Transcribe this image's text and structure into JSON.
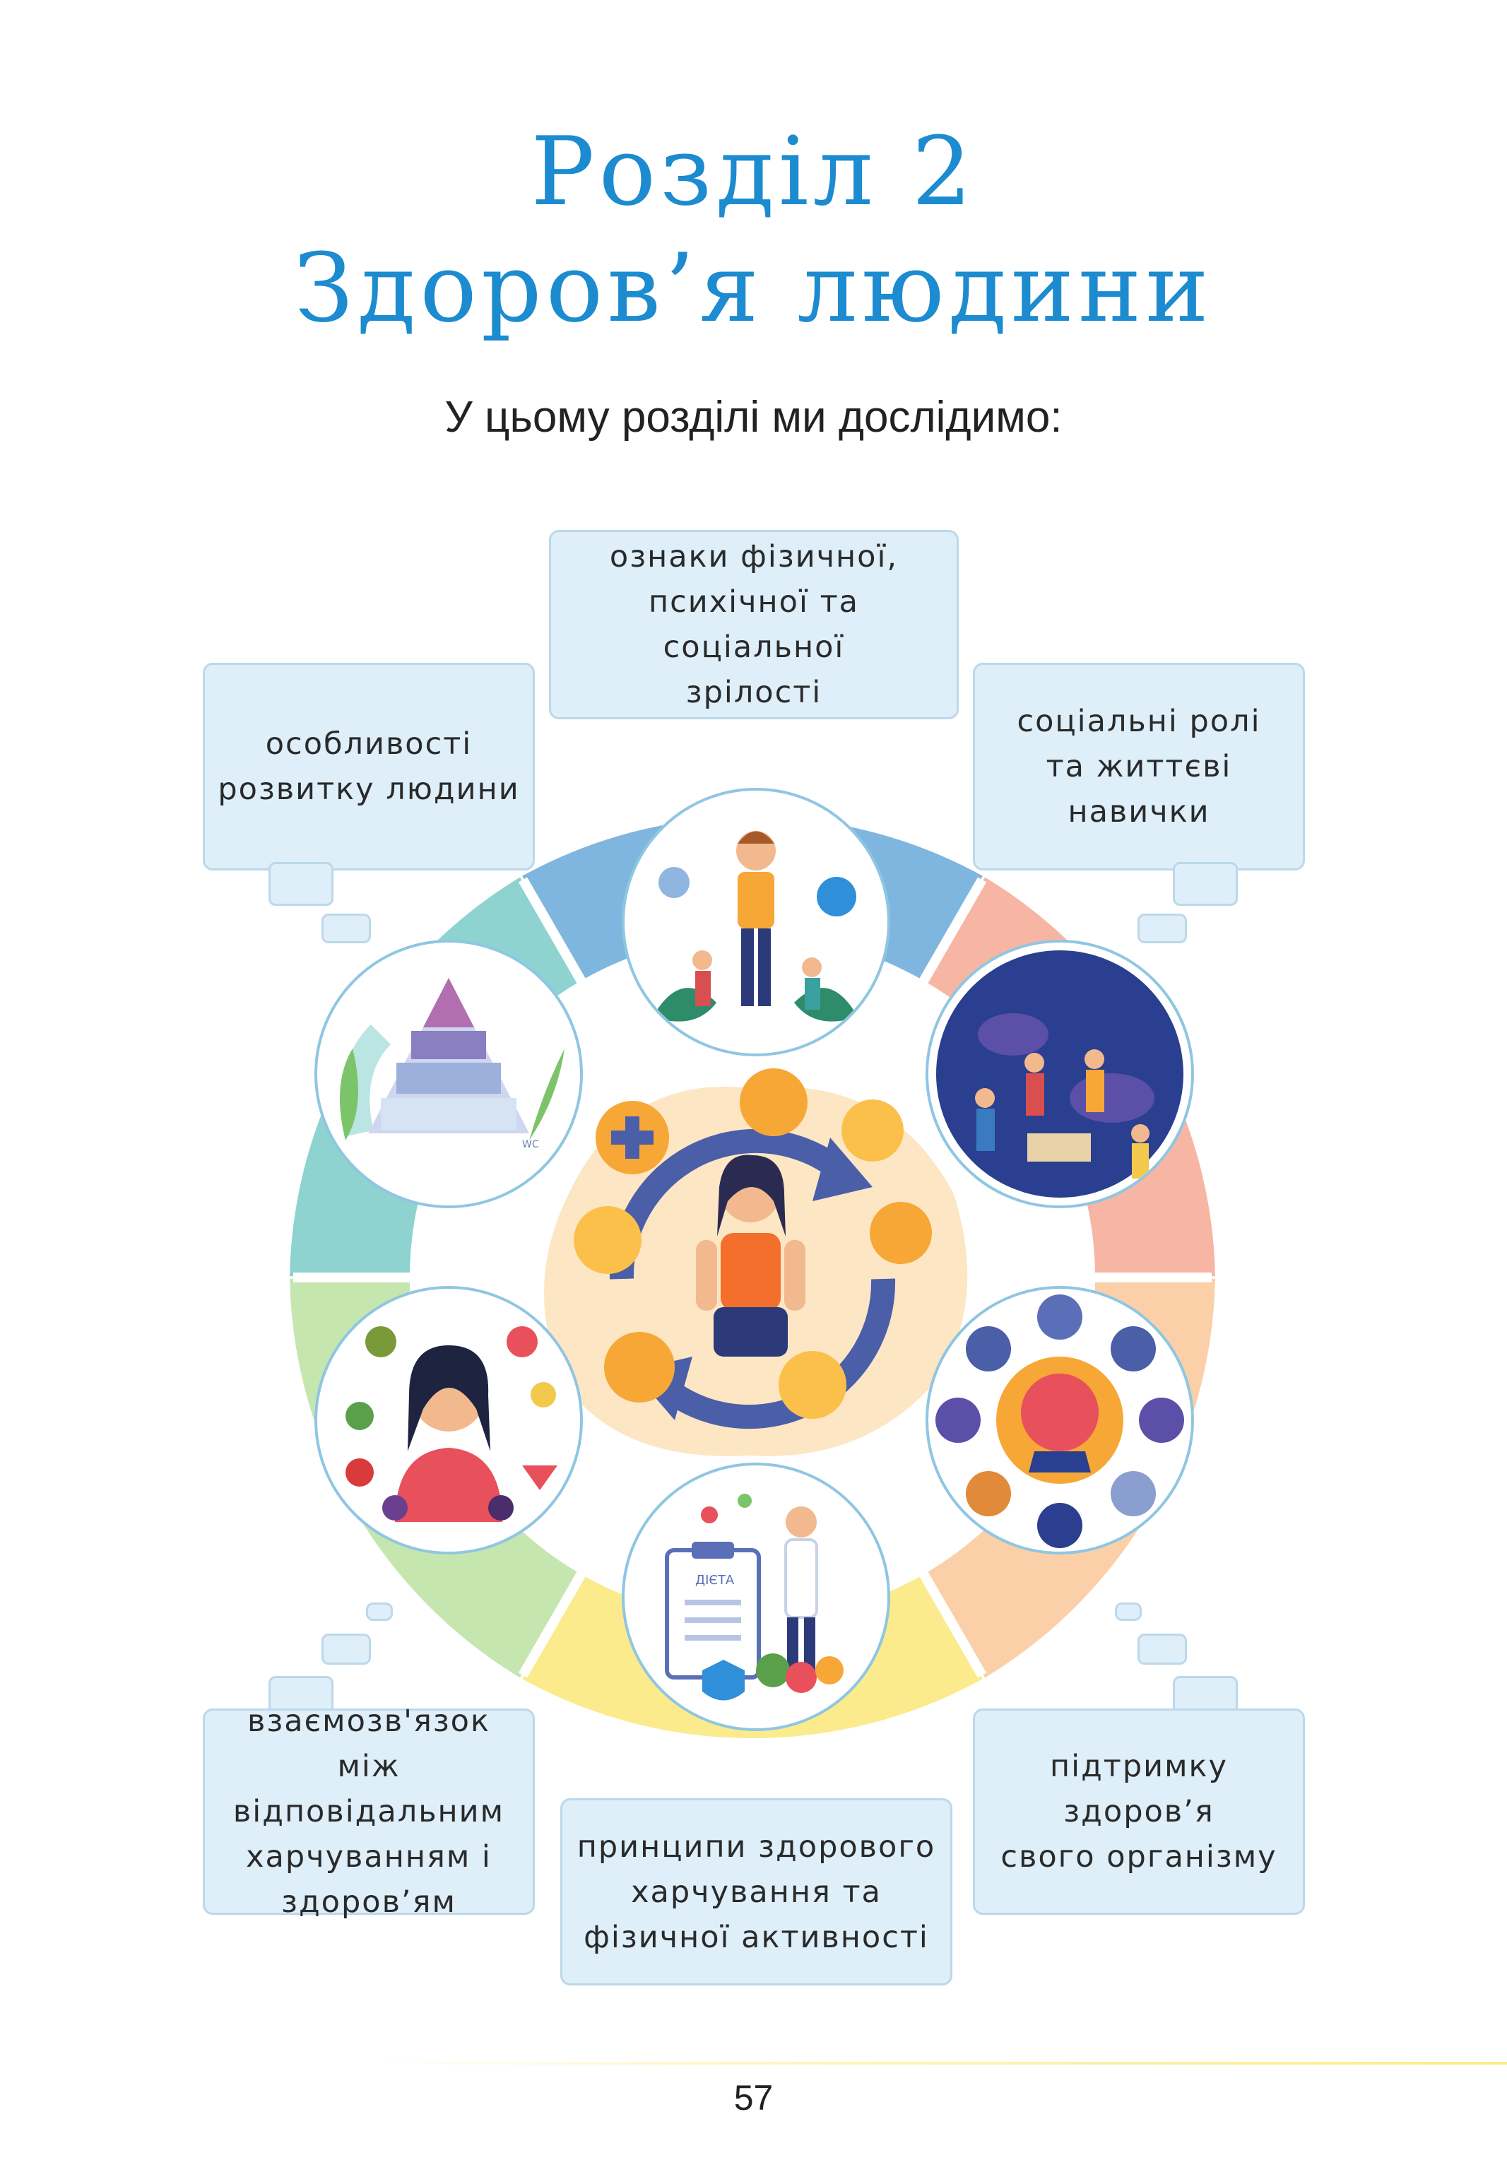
{
  "header": {
    "title_line1": "Розділ 2",
    "title_line2": "Здоров’я людини",
    "subtitle": "У цьому розділі ми дослідимо:"
  },
  "topics": {
    "top": [
      "ознаки фізичної,",
      "психічної та соціальної",
      "зрілості"
    ],
    "top_left": [
      "особливості",
      "розвитку людини"
    ],
    "top_right": [
      "соціальні ролі",
      "та життєві навички"
    ],
    "bottom_left": [
      "взаємозв'язок між",
      "відповідальним",
      "харчуванням і",
      "здоров’ям"
    ],
    "bottom_center": [
      "принципи здорового",
      "харчування та",
      "фізичної активності"
    ],
    "bottom_right": [
      "підтримку",
      "здоров’я",
      "свого організму"
    ]
  },
  "illustration_labels": {
    "diet_clipboard": "ДІЄТА",
    "wc_sign": "WC"
  },
  "colors": {
    "title": "#1c8bcf",
    "box_fill": "#deeffa",
    "box_border": "#bcd8ea",
    "ring_blue": "#7fb6df",
    "ring_salmon": "#f7b6a4",
    "ring_peach": "#fbd0a8",
    "ring_yellow": "#fbeb8c",
    "ring_green": "#c6e6b0",
    "ring_teal": "#8ed3cf"
  },
  "footer": {
    "page_number": "57"
  }
}
